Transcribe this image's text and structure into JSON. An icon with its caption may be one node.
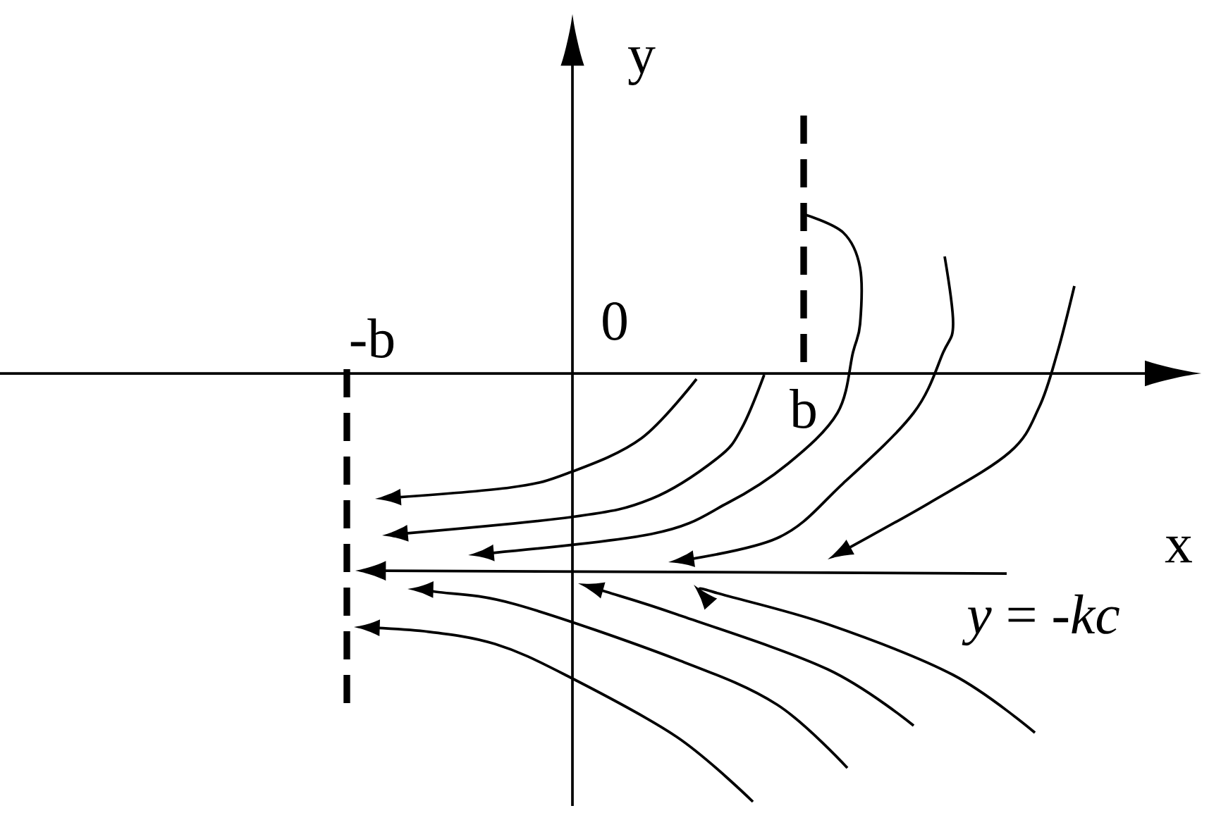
{
  "diagram": {
    "labels": [
      "y",
      "0",
      "-b",
      "b",
      "x",
      "*y* = -*kc*"
    ]
  }
}
